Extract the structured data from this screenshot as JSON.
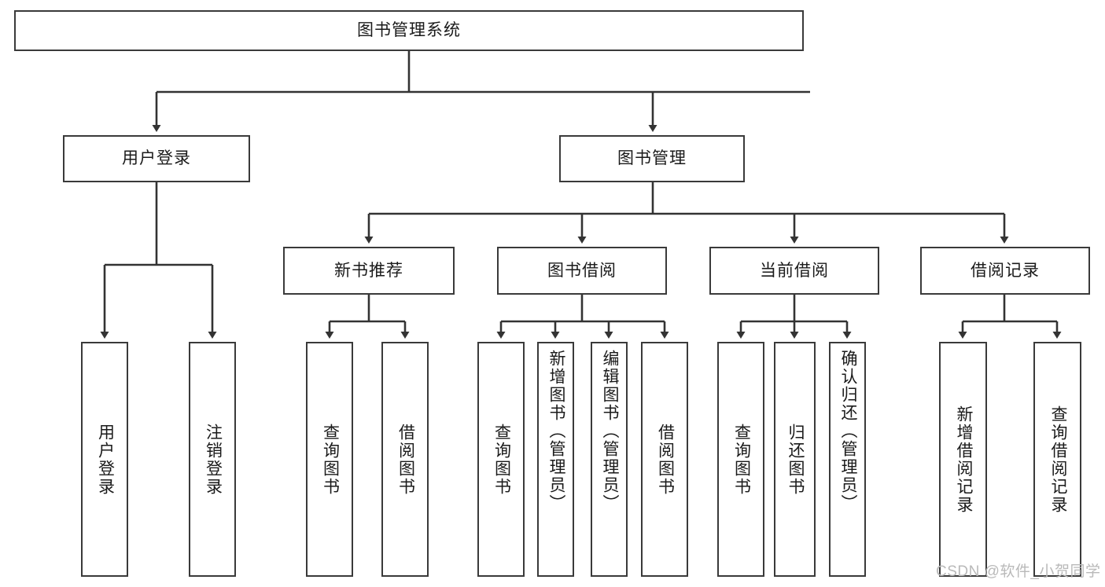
{
  "diagram": {
    "title": "图书管理系统",
    "type": "tree-structure-chart",
    "colors": {
      "box_border": "#3a3a3a",
      "box_fill": "#ffffff",
      "edge": "#333333",
      "text": "#1a1a1a",
      "watermark": "#b9b9b9",
      "background": "#ffffff"
    },
    "root": {
      "label": "图书管理系统"
    },
    "level2": [
      {
        "label": "用户登录"
      },
      {
        "label": "图书管理"
      }
    ],
    "level3": [
      {
        "label": "新书推荐"
      },
      {
        "label": "图书借阅"
      },
      {
        "label": "当前借阅"
      },
      {
        "label": "借阅记录"
      }
    ],
    "leaves": {
      "user_login": [
        {
          "label": "用户登录"
        },
        {
          "label": "注销登录"
        }
      ],
      "new_book_recommend": [
        {
          "label": "查询图书"
        },
        {
          "label": "借阅图书"
        }
      ],
      "book_borrow": [
        {
          "label": "查询图书"
        },
        {
          "label": "新增图书（管理员）"
        },
        {
          "label": "编辑图书（管理员）"
        },
        {
          "label": "借阅图书"
        }
      ],
      "current_borrow": [
        {
          "label": "查询图书"
        },
        {
          "label": "归还图书"
        },
        {
          "label": "确认归还（管理员）"
        }
      ],
      "borrow_record": [
        {
          "label": "新增借阅记录"
        },
        {
          "label": "查询借阅记录"
        }
      ]
    }
  },
  "watermark": {
    "text": "CSDN @软件_小贺同学"
  }
}
